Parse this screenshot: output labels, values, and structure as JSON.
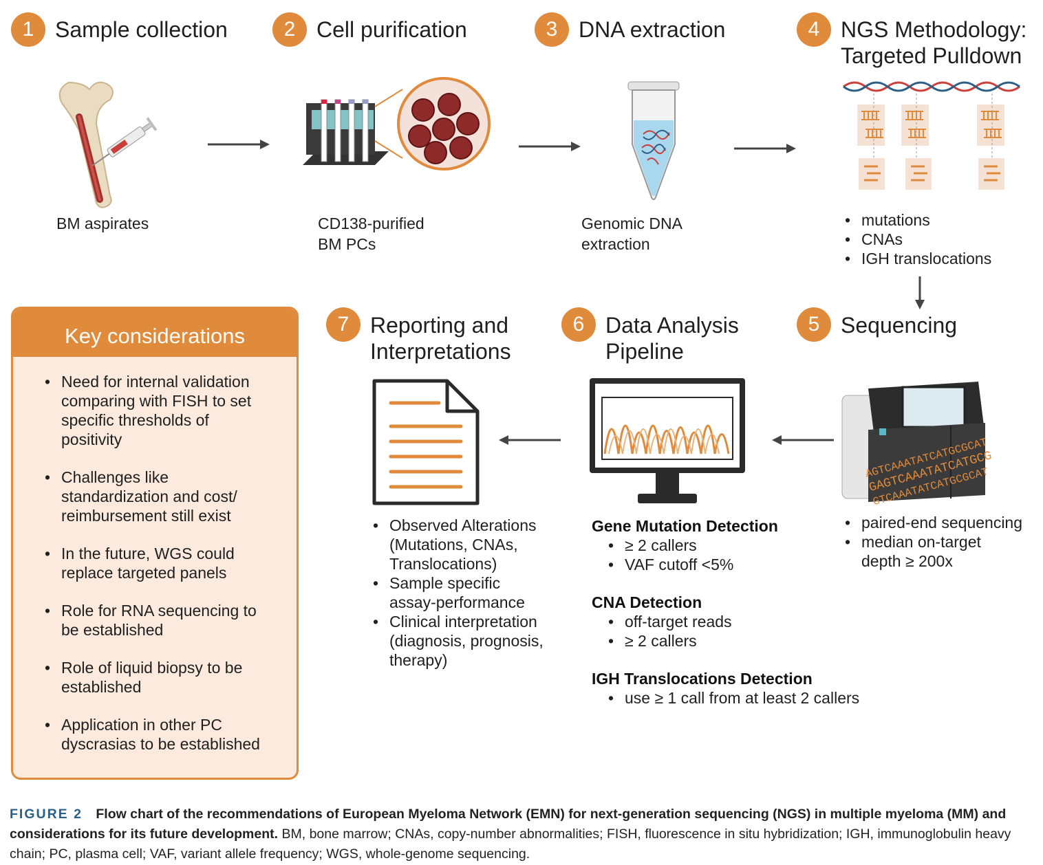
{
  "steps": [
    {
      "num": "1",
      "title": "Sample collection",
      "caption": "BM aspirates"
    },
    {
      "num": "2",
      "title": "Cell purification",
      "caption": "CD138-purified\nBM PCs"
    },
    {
      "num": "3",
      "title": "DNA extraction",
      "caption": "Genomic DNA\nextraction"
    },
    {
      "num": "4",
      "title": "NGS Methodology:\nTargeted Pulldown",
      "bullets": [
        "mutations",
        "CNAs",
        "IGH translocations"
      ]
    },
    {
      "num": "5",
      "title": "Sequencing",
      "bullets": [
        "paired-end sequencing",
        "median on-target\ndepth ≥ 200x"
      ]
    },
    {
      "num": "6",
      "title": "Data Analysis\nPipeline",
      "sections": [
        {
          "heading": "Gene Mutation Detection",
          "bullets": [
            "≥ 2 callers",
            "VAF cutoff <5%"
          ]
        },
        {
          "heading": "CNA Detection",
          "bullets": [
            "off-target reads",
            "≥ 2 callers"
          ]
        },
        {
          "heading": "IGH Translocations Detection",
          "bullets": [
            "use ≥ 1 call from at least 2 callers"
          ]
        }
      ]
    },
    {
      "num": "7",
      "title": "Reporting and\nInterpretations",
      "bullets": [
        "Observed Alterations\n(Mutations, CNAs,\nTranslocations)",
        "Sample specific\nassay-performance",
        "Clinical interpretation\n(diagnosis, prognosis,\ntherapy)"
      ]
    }
  ],
  "sequencer_text": [
    "AGTCAAATATCATGCGCAT",
    "GAGTCAAATATCATGCG",
    "GTCAAATATCATGCGCAT"
  ],
  "key_considerations": {
    "title": "Key considerations",
    "items": [
      "Need for internal validation\ncomparing with FISH to set\nspecific thresholds of\npositivity",
      "Challenges like\nstandardization and cost/\nreimbursement still exist",
      "In the future, WGS could\nreplace targeted panels",
      "Role for RNA sequencing to\nbe established",
      "Role of liquid biopsy to be\nestablished",
      "Application in other PC\ndyscrasias to be established"
    ]
  },
  "caption": {
    "label": "FIGURE 2",
    "bold": "Flow chart of the recommendations of European Myeloma Network (EMN) for next-generation sequencing (NGS) in multiple myeloma (MM) and considerations for its future development.",
    "rest": "BM, bone marrow; CNAs, copy-number abnormalities; FISH, fluorescence in situ hybridization; IGH, immunoglobulin heavy chain; PC, plasma cell; VAF, variant allele frequency; WGS, whole-genome sequencing."
  },
  "colors": {
    "accent": "#E08A3C",
    "box_fill": "#FBEADD",
    "arrow": "#444444",
    "caption_label": "#2B5F86"
  }
}
